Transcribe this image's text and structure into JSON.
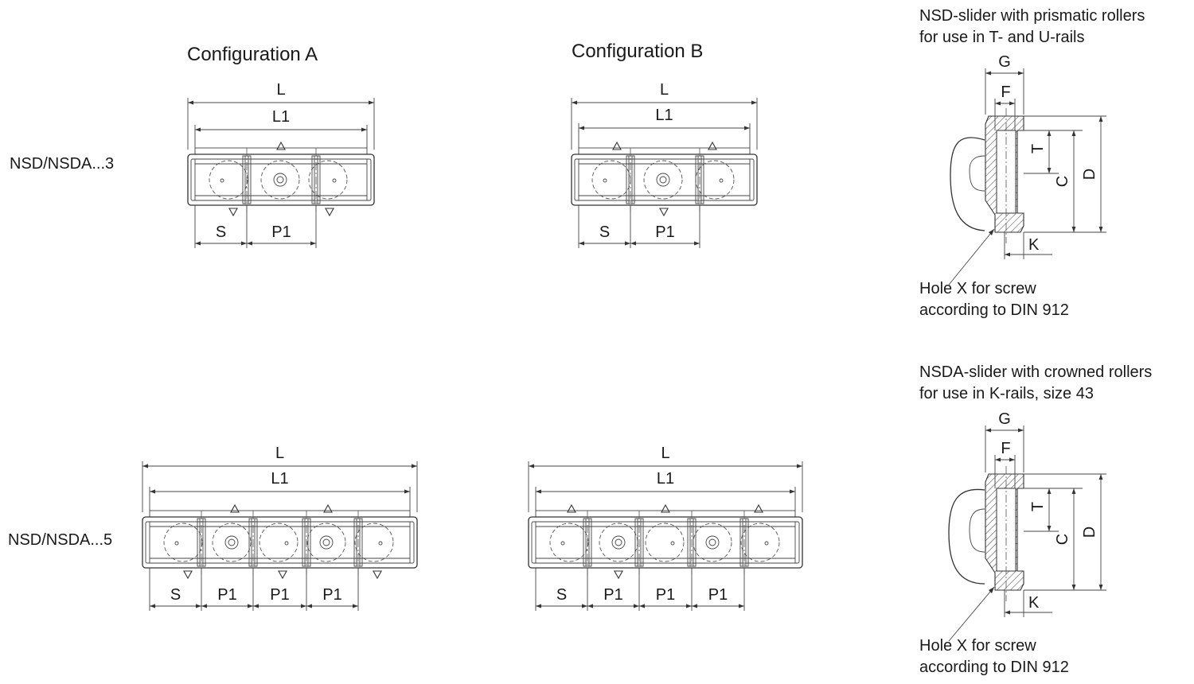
{
  "headings": {
    "config_a": "Configuration A",
    "config_b": "Configuration B"
  },
  "rows": {
    "three_rollers": "NSD/NSDA...3",
    "five_rollers": "NSD/NSDA...5"
  },
  "dimensions": {
    "length": "L",
    "length_1": "L1",
    "start": "S",
    "pitch": "P1",
    "width_g": "G",
    "width_f": "F",
    "thread_t": "T",
    "height_c": "C",
    "height_d": "D",
    "offset_k": "K"
  },
  "section_views": [
    {
      "title_line1": "NSD-slider with prismatic rollers",
      "title_line2": "for use in T- and U-rails",
      "note_line1": "Hole X for screw",
      "note_line2": "according to DIN 912"
    },
    {
      "title_line1": "NSDA-slider with crowned rollers",
      "title_line2": "for use in K-rails, size 43",
      "note_line1": "Hole X for screw",
      "note_line2": "according to DIN 912"
    }
  ]
}
